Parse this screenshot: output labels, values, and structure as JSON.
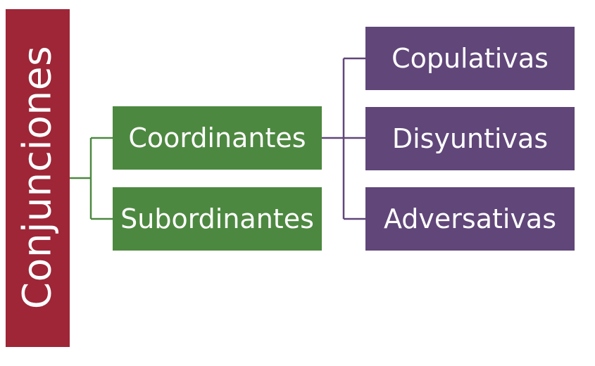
{
  "root": {
    "label": "Conjunciones",
    "color": "#9e2637"
  },
  "level1": [
    {
      "label": "Coordinantes",
      "color": "#4d8840"
    },
    {
      "label": "Subordinantes",
      "color": "#4d8840"
    }
  ],
  "level2": [
    {
      "label": "Copulativas",
      "color": "#604679"
    },
    {
      "label": "Disyuntivas",
      "color": "#604679"
    },
    {
      "label": "Adversativas",
      "color": "#604679"
    }
  ],
  "connector_colors": {
    "green": "#4d8840",
    "purple": "#604679"
  }
}
